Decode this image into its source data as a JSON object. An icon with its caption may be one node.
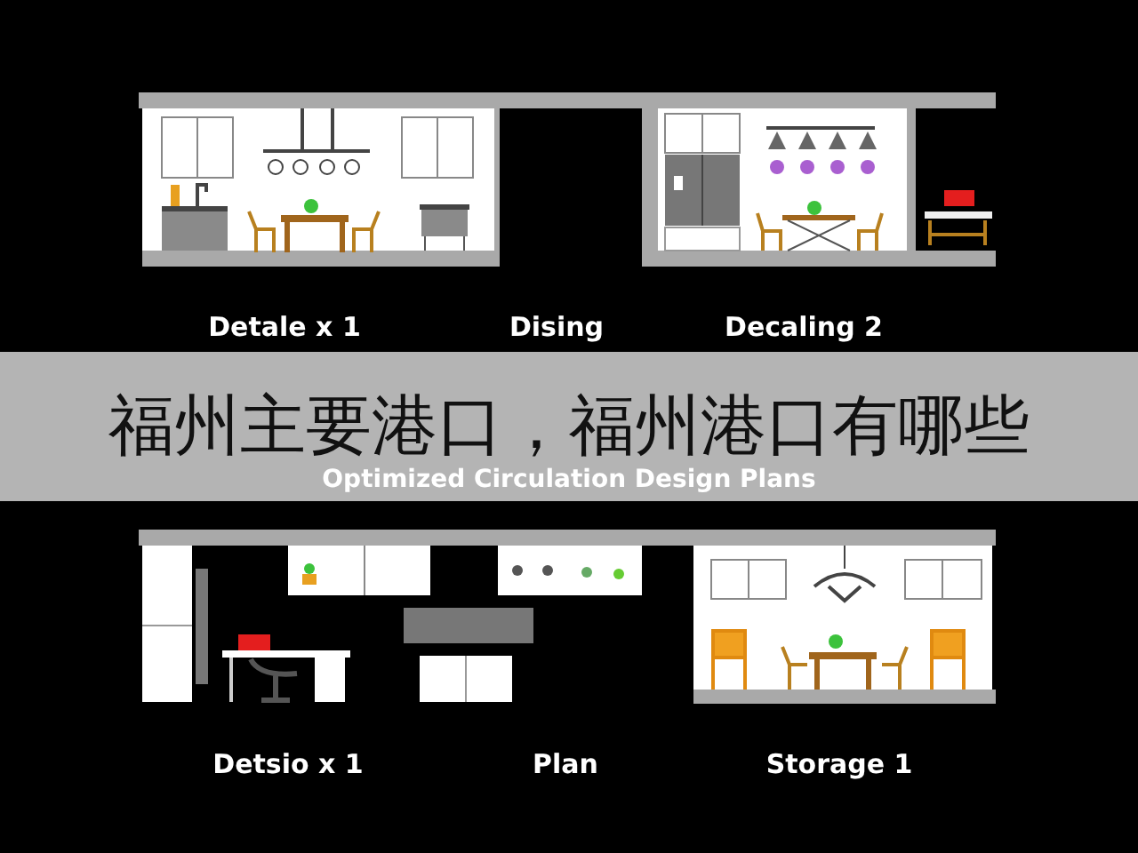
{
  "diagram": {
    "title": "福州主要港口，福州港口有哪些",
    "labels": [
      "Detale x 1",
      "Dising",
      "Decaling 2",
      "Optimized Circulation Design Plans",
      "Detsio x 1",
      "Plan",
      "Storage 1"
    ]
  }
}
